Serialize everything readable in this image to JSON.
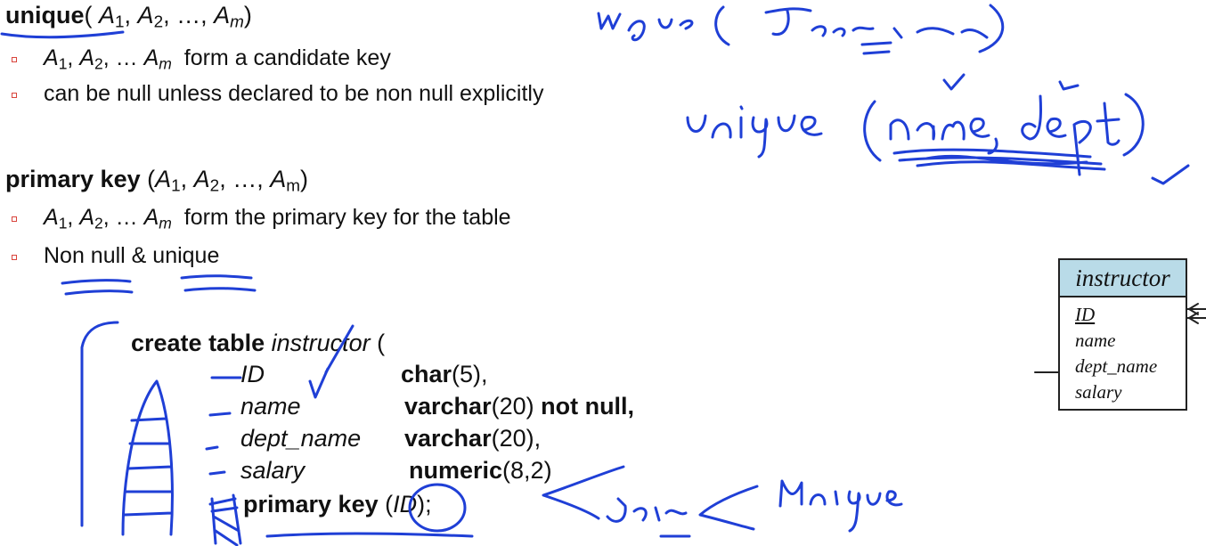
{
  "unique_section": {
    "keyword": "unique",
    "args": {
      "open": "( ",
      "a1": "A",
      "s1": "1",
      "sep1": ", ",
      "a2": "A",
      "s2": "2",
      "sep2": ", …, ",
      "am": "A",
      "sm": "m",
      "close": ")"
    },
    "bullets": [
      {
        "suffix": "  form a candidate key"
      },
      {
        "text": "can be null unless declared to be non null explicitly"
      }
    ]
  },
  "primary_key_section": {
    "keyword": "primary key",
    "args": {
      "open": " (",
      "a1": "A",
      "s1": "1",
      "sep1": ", ",
      "a2": "A",
      "s2": "2",
      "sep2": ", …, ",
      "am": "A",
      "sm": "m",
      "close": ")"
    },
    "bullets": [
      {
        "suffix": "  form the primary key for the table"
      },
      {
        "text": "Non null & unique"
      }
    ]
  },
  "bullet_vars": {
    "a": "A",
    "s1": "1",
    "s2": "2",
    "sm": "m",
    "sep1": ", ",
    "sep2": ", … "
  },
  "sql": {
    "line1_kw": "create table",
    "line1_name": " instructor",
    "line1_tail": " (",
    "rows": [
      {
        "col": "ID",
        "type_kw": "char",
        "type_args": "(5),",
        "extra": ""
      },
      {
        "col": "name",
        "type_kw": "varchar",
        "type_args": "(20)",
        "extra": " not null,"
      },
      {
        "col": "dept_name",
        "type_kw": "varchar",
        "type_args": "(20),",
        "extra": ""
      },
      {
        "col": "salary",
        "type_kw": "numeric",
        "type_args": "(8,2)",
        "extra": ""
      }
    ],
    "pk_kw": "primary key",
    "pk_open": " (",
    "pk_col": "ID",
    "pk_close": ");"
  },
  "er_entity": {
    "title": "instructor",
    "attributes": [
      "ID",
      "name",
      "dept_name",
      "salary"
    ]
  },
  "colors": {
    "ink": "#1f3fd6",
    "bullet": "#d9443c",
    "entity_header": "#b9dbe8"
  }
}
